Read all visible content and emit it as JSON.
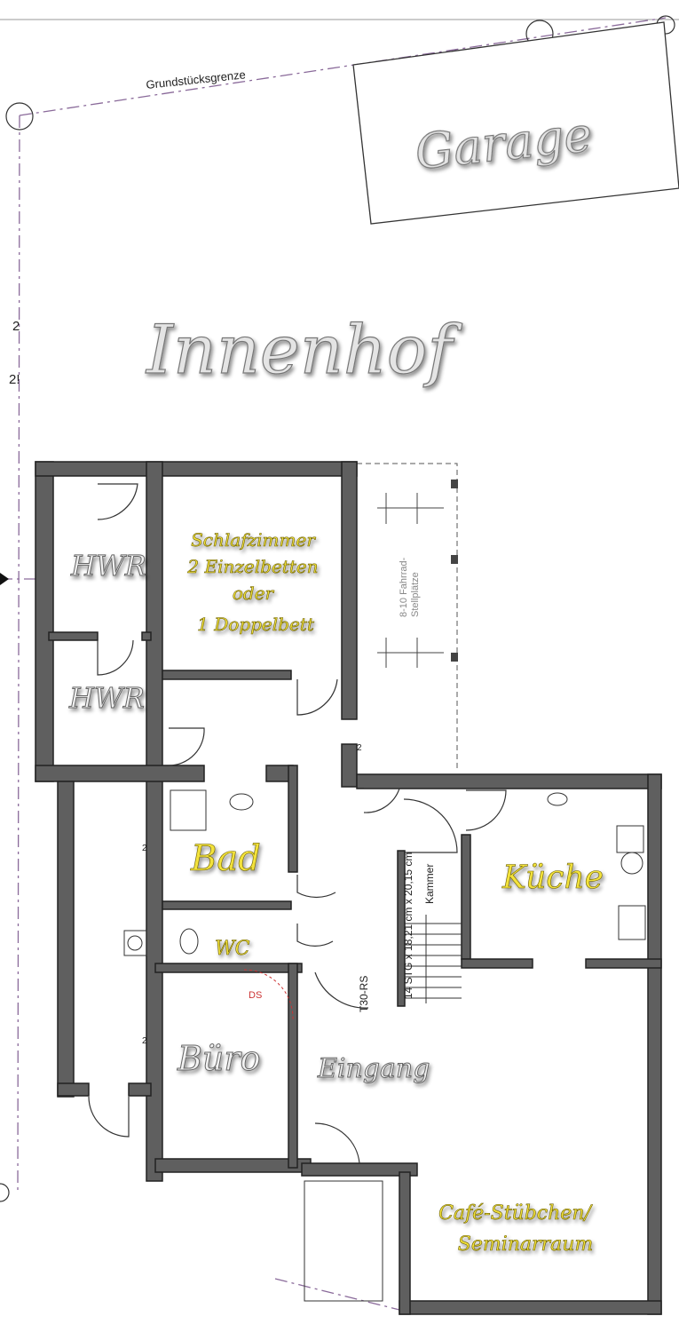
{
  "plan": {
    "property_line_label": "Grundstücksgrenze",
    "garage": "Garage",
    "courtyard": "Innenhof",
    "hwr_upper": "HWR",
    "hwr_lower": "HWR",
    "bedroom": [
      "Schlafzimmer",
      "2 Einzelbetten",
      "oder",
      "1 Doppelbett"
    ],
    "bike_parking": [
      "8-10 Fahrrad-",
      "Stellplätze"
    ],
    "bath": "Bad",
    "wc": "WC",
    "kitchen": "Küche",
    "stairs": "14 STG x 18,21 cm x 20,15 cm",
    "storage": "Kammer",
    "fire_door": "T30-RS",
    "door_closer": "DS",
    "office": "Büro",
    "entrance": "Eingang",
    "cafe": [
      "Café-Stübchen/",
      "Seminarraum"
    ],
    "edge_marks": [
      "2",
      "2!",
      "2",
      "2",
      "2"
    ]
  },
  "colors": {
    "label_yellow": "#f3e23a",
    "wall": "#5f5f5f",
    "property_line": "#8a6a9a"
  }
}
